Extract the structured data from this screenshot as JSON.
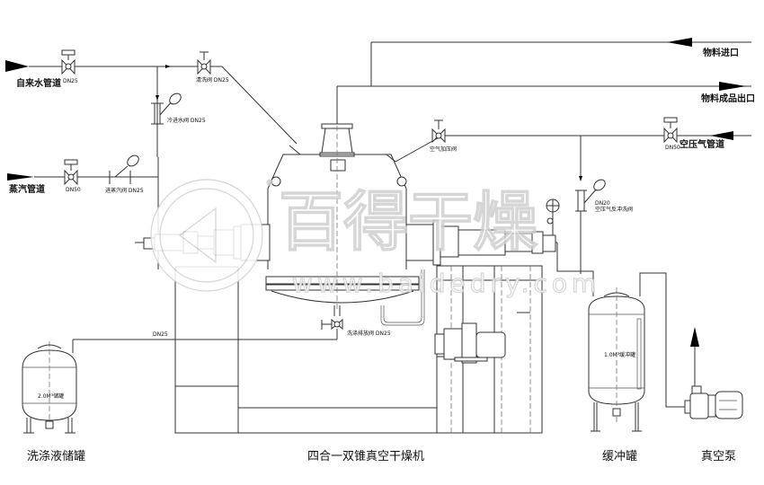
{
  "pipelines": {
    "tap_water": "自来水管道",
    "steam": "蒸汽管道",
    "material_inlet": "物料进口",
    "product_outlet": "物料成品出口",
    "compressed_air": "空压气管道"
  },
  "valves": {
    "tap_water_dn": "DN25",
    "flushing_valve": "清洗阀 DN25",
    "cooling_water_valve": "冷进水阀 DN25",
    "steam_dn": "DN50",
    "steam_inlet_valve": "进蒸汽阀 DN25",
    "air_pressure_valve": "空气加压阀",
    "compressed_air_dn": "DN50",
    "backflush_dn": "DN20",
    "backflush_valve": "空压气反冲洗阀",
    "wash_drain_valve": "洗涤排放阀 DN25",
    "wash_line_dn": "DN25"
  },
  "tank_labels": {
    "wash_tank_inner": "2.0M³储罐",
    "buffer_tank_inner": "1.0M³缓冲罐"
  },
  "equipment": {
    "wash_tank": "洗涤液储罐",
    "dryer": "四合一双锥真空干燥机",
    "buffer_tank": "缓冲罐",
    "vacuum_pump": "真空泵"
  },
  "watermark": {
    "brand": "百得干燥",
    "url": "www.baidedry.com",
    "registered": "®"
  },
  "colors": {
    "line": "#333333",
    "arrow": "#000000",
    "watermark": "#cfcfcf"
  }
}
